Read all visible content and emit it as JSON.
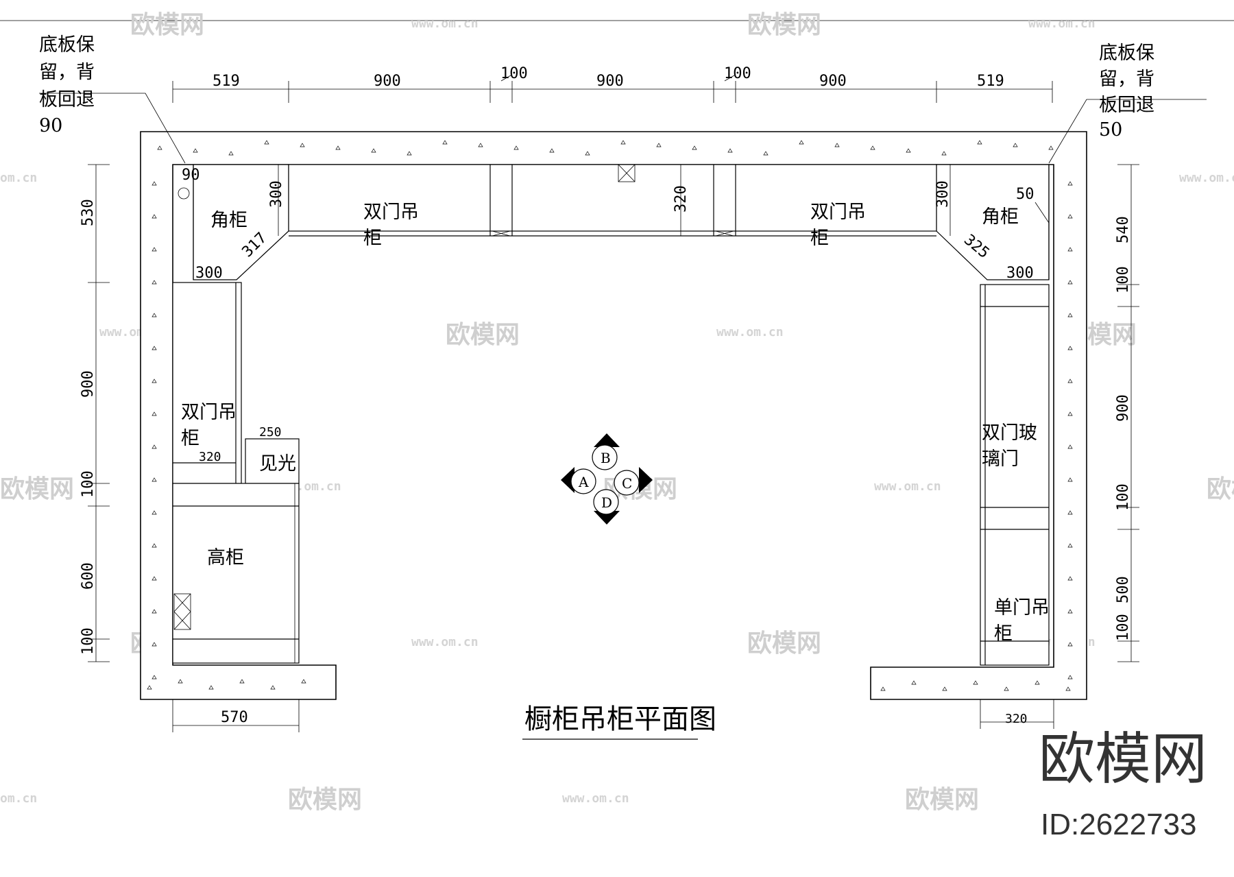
{
  "drawing": {
    "title": "橱柜吊柜平面图",
    "notes": {
      "left": [
        "底板保",
        "留，背",
        "板回退",
        "90"
      ],
      "right": [
        "底板保",
        "留，背",
        "板回退",
        "50"
      ]
    },
    "top_dimensions": [
      "519",
      "900",
      "100",
      "900",
      "100",
      "900",
      "519"
    ],
    "left_dimensions": [
      "530",
      "900",
      "100",
      "600",
      "100"
    ],
    "right_dimensions": [
      "540",
      "100",
      "900",
      "100",
      "500",
      "100"
    ],
    "bottom_dimensions": {
      "left": "570",
      "right": "320"
    },
    "inner_dimensions": {
      "left_corner_depth": "90",
      "left_corner_side": "300",
      "left_corner_diag": "317",
      "left_corner_bottom": "300",
      "right_corner_top": "50",
      "right_corner_side": "300",
      "right_corner_diag": "325",
      "right_corner_bottom": "300",
      "top_cabinet_depth": "320",
      "left_cabinet_depth": "320",
      "jianguang_width": "250"
    },
    "cabinet_labels": {
      "left_corner": "角柜",
      "right_corner": "角柜",
      "top_left_double": [
        "双门吊",
        "柜"
      ],
      "top_right_double": [
        "双门吊",
        "柜"
      ],
      "left_double": [
        "双门吊",
        "柜"
      ],
      "jianguang": "见光",
      "tall": "高柜",
      "right_glass": [
        "双门玻",
        "璃门"
      ],
      "right_single": [
        "单门吊",
        "柜"
      ]
    },
    "compass": [
      "A",
      "B",
      "C",
      "D"
    ]
  },
  "watermark": {
    "brand": "欧模网",
    "url": "www.om.cn",
    "url_short": "om.cn",
    "id": "ID:2622733"
  },
  "colors": {
    "line": "#000000",
    "background": "#ffffff",
    "watermark": "#cfcfcf"
  }
}
